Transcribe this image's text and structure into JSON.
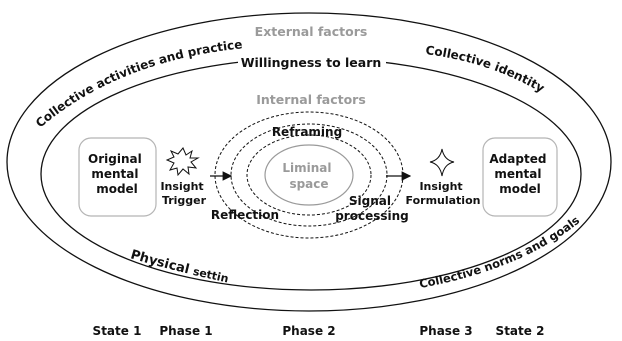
{
  "external_factors": "External factors",
  "internal_factors": "Internal factors",
  "willingness": "Willingness to learn",
  "collective_activities": "Collective activities and practices",
  "collective_identity": "Collective identity",
  "physical_setting_1": "Physical",
  "physical_setting_2": "setting",
  "collective_norms": "Collective norms and goals",
  "original_model": [
    "Original",
    "mental",
    "model"
  ],
  "adapted_model": [
    "Adapted",
    "mental",
    "model"
  ],
  "insight_trigger": [
    "Insight",
    "Trigger"
  ],
  "insight_formulation": [
    "Insight",
    "Formulation"
  ],
  "reframing": "Reframing",
  "liminal_space": [
    "Liminal",
    "space"
  ],
  "reflection": "Reflection",
  "signal_processing": [
    "Signal",
    "processing"
  ],
  "phases": [
    "State 1",
    "Phase 1",
    "Phase 2",
    "Phase 3",
    "State 2"
  ],
  "colors": {
    "outline": "#111111",
    "gray_text": "#9a9a9a",
    "box_border": "#b5b5b5"
  },
  "icons": {
    "trigger": "burst-icon",
    "formulation": "sparkle-icon"
  }
}
